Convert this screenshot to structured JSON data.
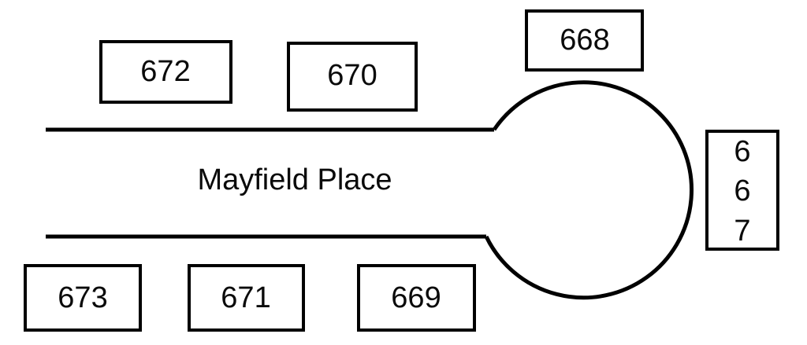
{
  "map": {
    "street_name": "Mayfield Place",
    "background_color": "#ffffff",
    "line_color": "#000000",
    "text_color": "#0a0a0a",
    "parcels_north": [
      {
        "label": "672"
      },
      {
        "label": "670"
      },
      {
        "label": "668"
      }
    ],
    "parcels_south": [
      {
        "label": "673"
      },
      {
        "label": "671"
      },
      {
        "label": "669"
      }
    ],
    "parcels_east": [
      {
        "label": "667",
        "stacked_lines": [
          "6",
          "6",
          "7"
        ]
      }
    ]
  }
}
